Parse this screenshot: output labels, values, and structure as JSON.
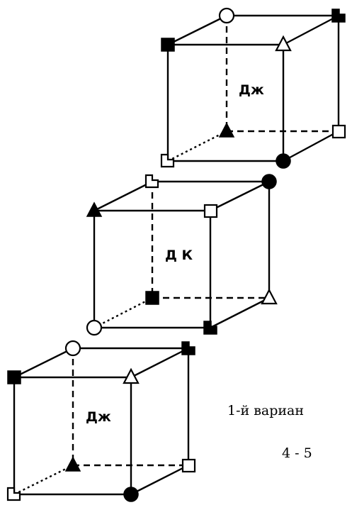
{
  "cubes": [
    {
      "label": "Дж"
    },
    {
      "label": "Д К"
    },
    {
      "label": "Дж"
    }
  ],
  "caption": {
    "line1": "1-й вариан",
    "line2": "4 - 5"
  },
  "colors": {
    "ink": "#000000",
    "background": "#ffffff"
  },
  "symbols": [
    "filled-square",
    "open-circle",
    "open-triangle",
    "filled-triangle",
    "open-square",
    "filled-circle",
    "corner-flag"
  ]
}
